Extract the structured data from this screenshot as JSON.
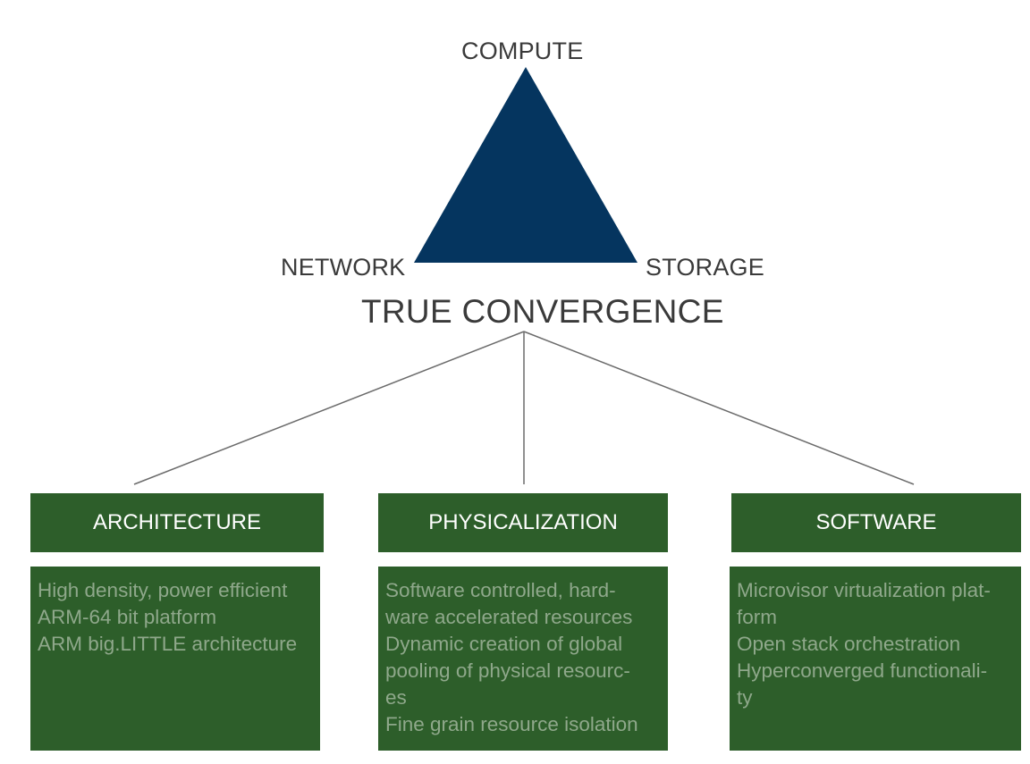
{
  "triangle": {
    "top_label": "COMPUTE",
    "left_label": "NETWORK",
    "right_label": "STORAGE",
    "fill_color": "#05355f"
  },
  "title": "TRUE CONVERGENCE",
  "box_color": "#2d5e2a",
  "body_text_color": "#8fa88b",
  "connector_color": "#6b6b6b",
  "columns": [
    {
      "header": "ARCHITECTURE",
      "lines": [
        "High density, power efficient",
        "ARM-64 bit platform",
        "ARM big.LITTLE architecture"
      ]
    },
    {
      "header": "PHYSICALIZATION",
      "lines": [
        "Software controlled, hard-",
        "ware accelerated resources",
        "Dynamic creation of global",
        "pooling  of physical resourc-",
        "es",
        "Fine grain resource isolation"
      ]
    },
    {
      "header": "SOFTWARE",
      "lines": [
        "Microvisor virtualization plat-",
        "form",
        "Open stack orchestration",
        "Hyperconverged functionali-",
        "ty"
      ]
    }
  ]
}
